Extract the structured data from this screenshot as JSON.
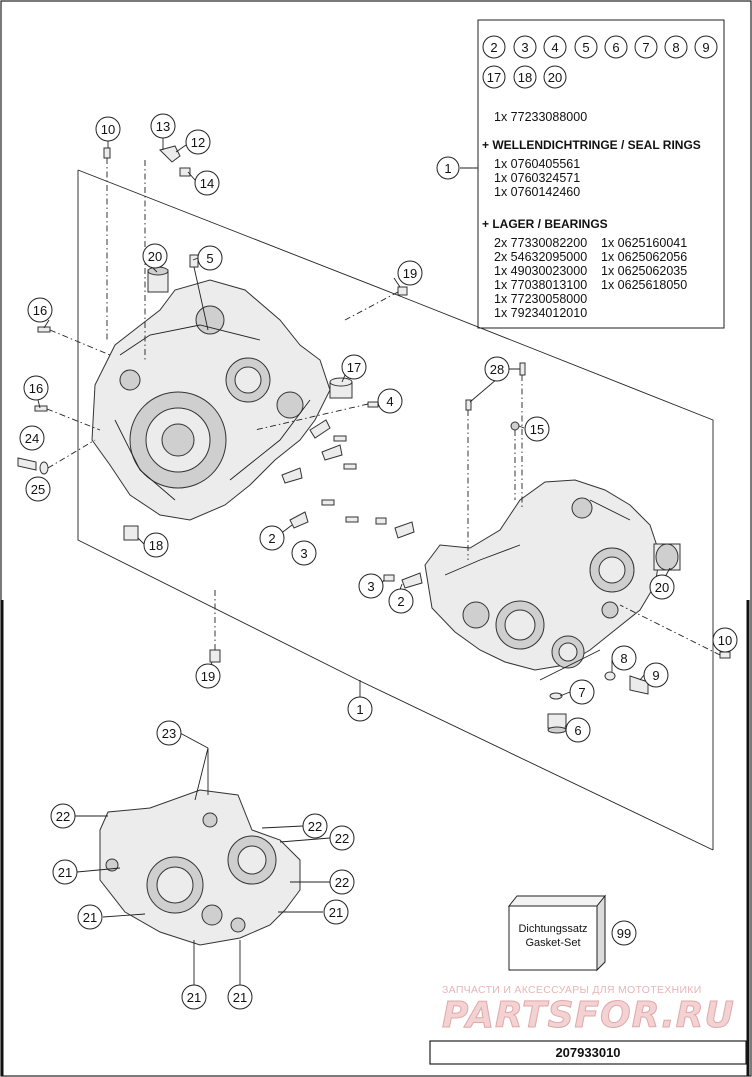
{
  "kit": {
    "circles_row1": [
      "2",
      "3",
      "4",
      "5",
      "6",
      "7",
      "8",
      "9"
    ],
    "circles_row2": [
      "17",
      "18",
      "20"
    ],
    "main_part": "1x 77233088000",
    "seal_heading": "+ WELLENDICHTRINGE / SEAL RINGS",
    "seal_items": [
      "1x 0760405561",
      "1x 0760324571",
      "1x 0760142460"
    ],
    "bearing_heading": "+ LAGER / BEARINGS",
    "bearing_left": [
      "2x 77330082200",
      "2x 54632095000",
      "1x 49030023000",
      "1x 77038013100",
      "1x 77230058000",
      "1x 79234012010"
    ],
    "bearing_right": [
      "1x 0625160041",
      "1x 0625062056",
      "1x 0625062035",
      "1x 0625618050"
    ]
  },
  "callouts": {
    "c1_kit": "1",
    "c1_bottom": "1",
    "c2_left": "2",
    "c2_right": "2",
    "c3_left": "3",
    "c3_right": "3",
    "c4": "4",
    "c5": "5",
    "c6": "6",
    "c7": "7",
    "c8": "8",
    "c9": "9",
    "c10_top": "10",
    "c10_right": "10",
    "c12": "12",
    "c13": "13",
    "c14": "14",
    "c15": "15",
    "c16_a": "16",
    "c16_b": "16",
    "c17": "17",
    "c18": "18",
    "c19_top": "19",
    "c19_bottom": "19",
    "c20_left": "20",
    "c20_right": "20",
    "c21_a": "21",
    "c21_b": "21",
    "c21_c": "21",
    "c21_d": "21",
    "c21_e": "21",
    "c22_a": "22",
    "c22_b": "22",
    "c22_c": "22",
    "c22_d": "22",
    "c23": "23",
    "c24": "24",
    "c25": "25",
    "c28": "28",
    "c99": "99"
  },
  "gasket": {
    "line1": "Dichtungssatz",
    "line2": "Gasket-Set"
  },
  "watermark": {
    "tagline": "ЗАПЧАСТИ И АКСЕССУАРЫ ДЛЯ МОТОТЕХНИКИ",
    "brand": "PARTSFOR.RU"
  },
  "doc_number": "207933010"
}
